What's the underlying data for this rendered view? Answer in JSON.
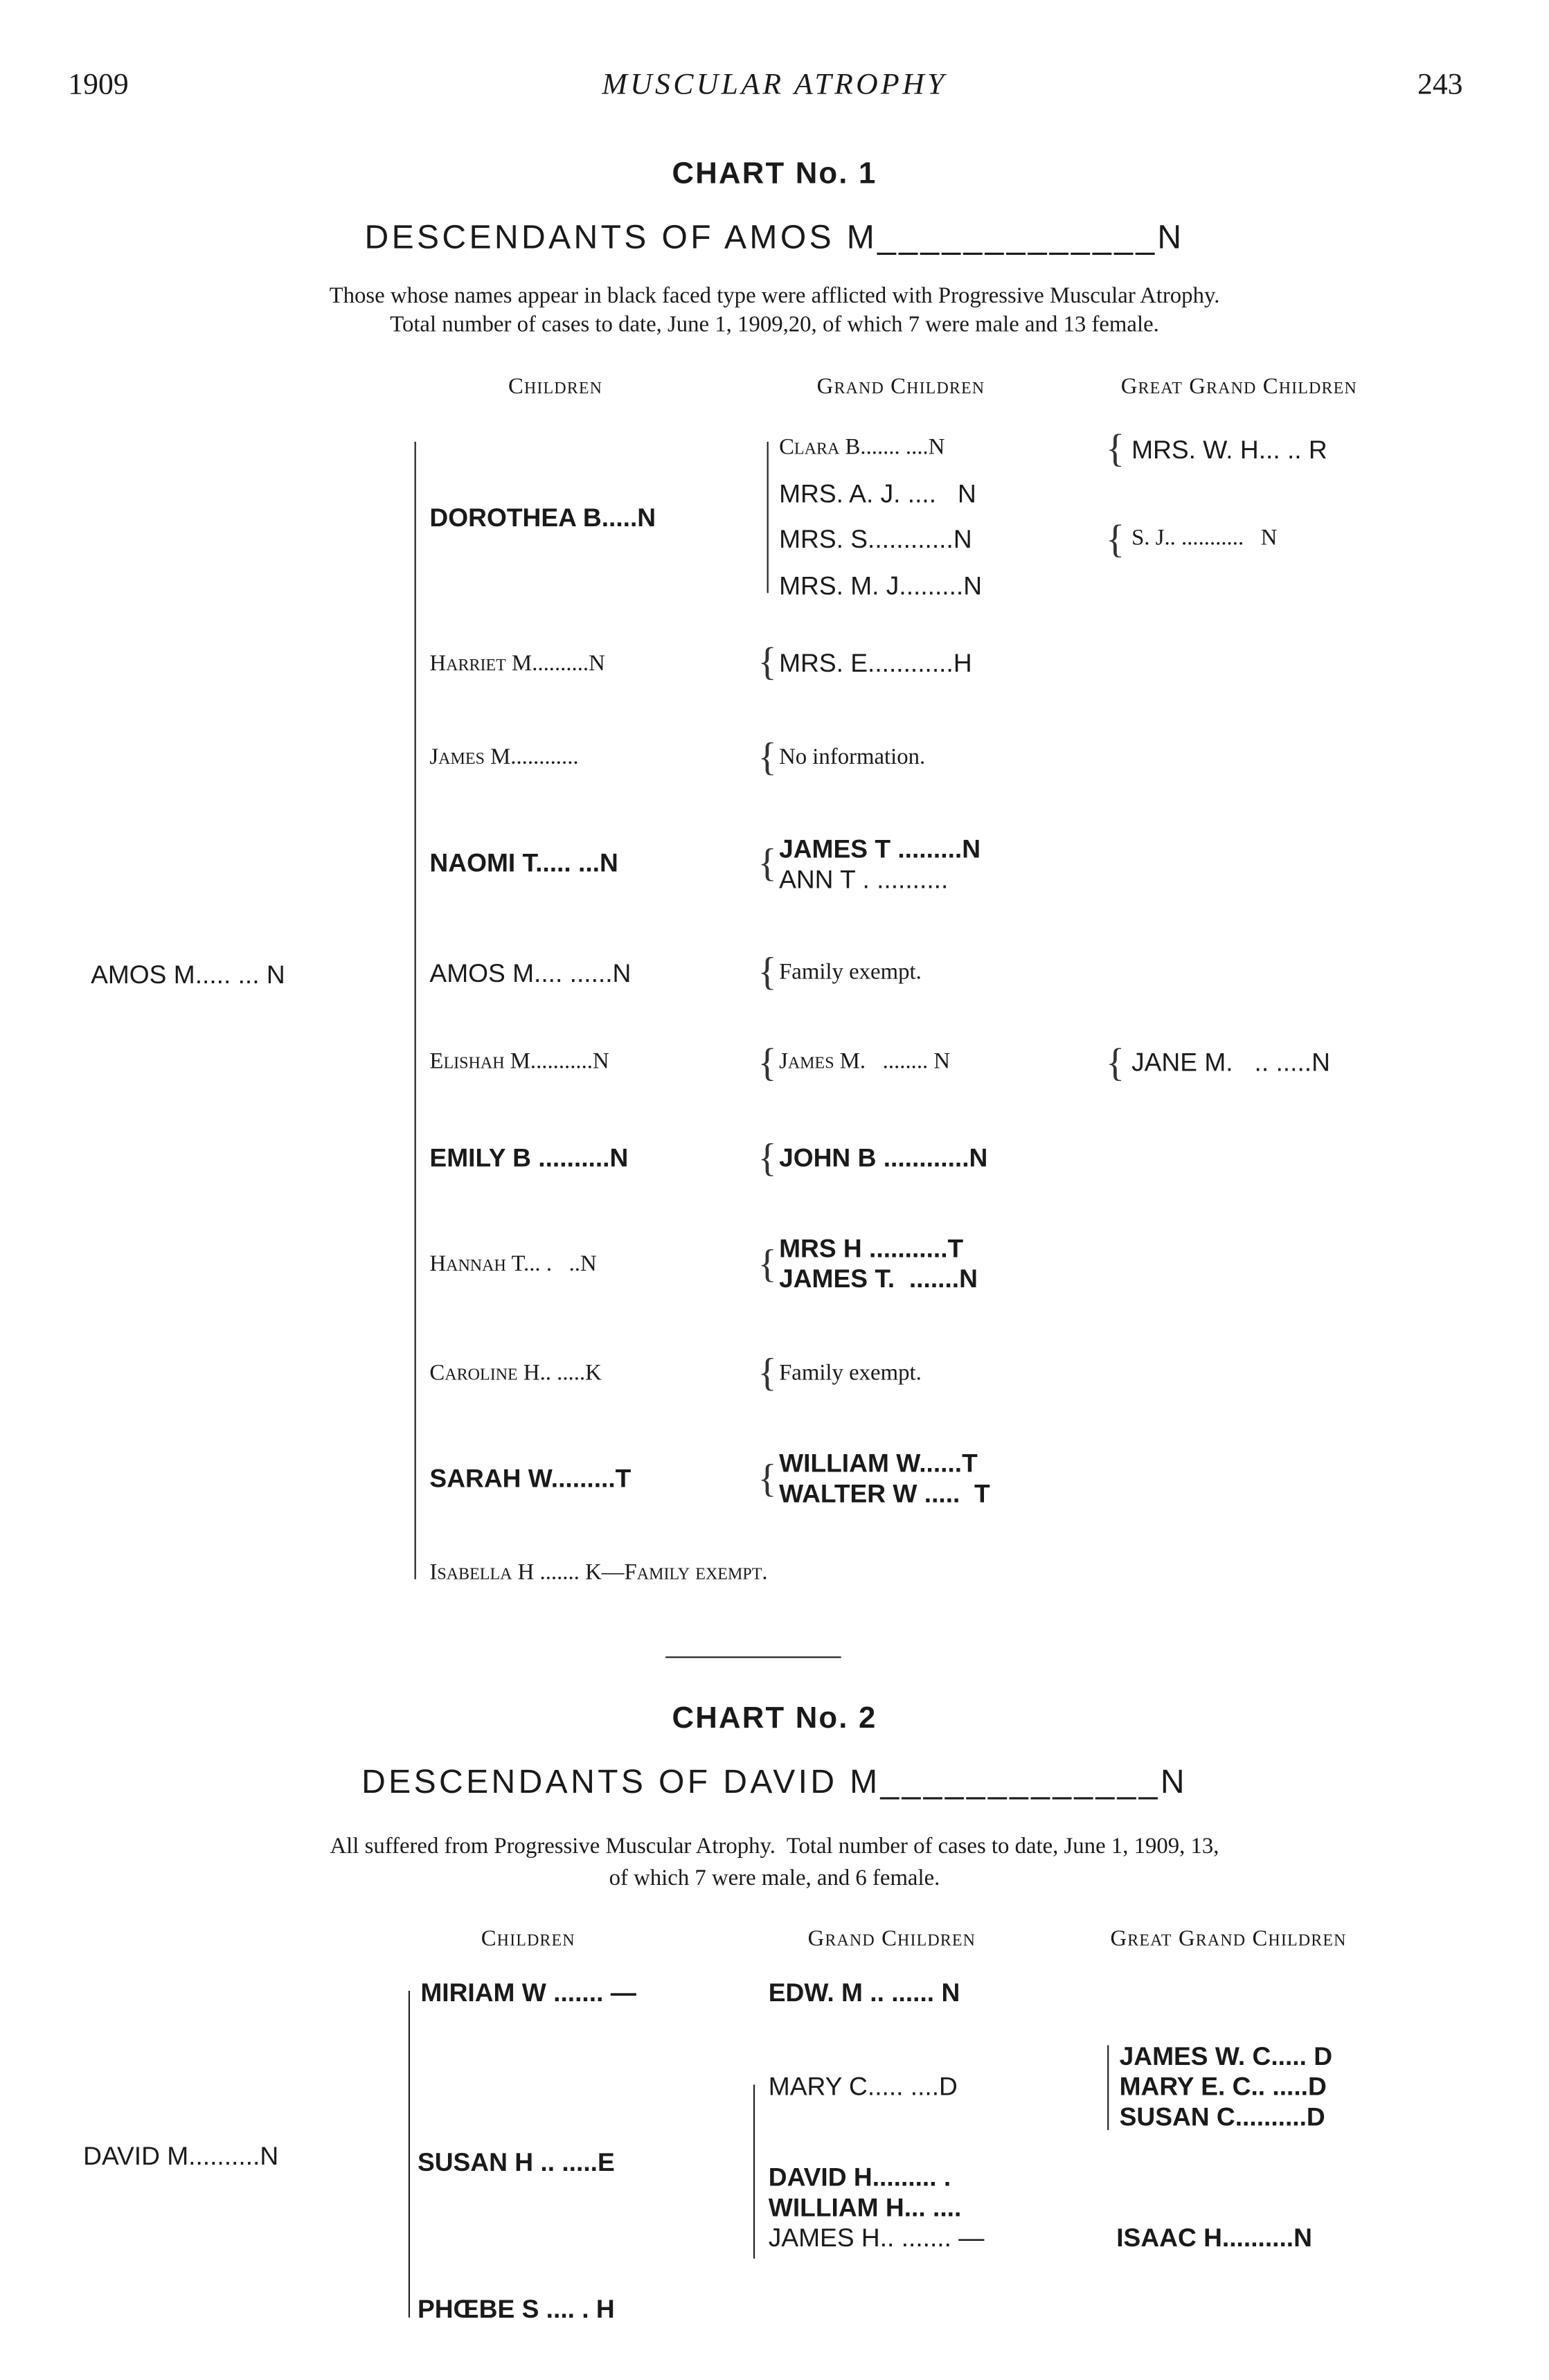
{
  "header": {
    "year": "1909",
    "running_title": "MUSCULAR ATROPHY",
    "page": "243"
  },
  "chart1": {
    "title": "CHART No. 1",
    "subtitle": "DESCENDANTS OF AMOS M_____________N",
    "note1": "Those whose names appear in black faced type were afflicted with Progressive Muscular Atrophy.",
    "note2": "Total number of cases to date, June 1, 1909,20, of which 7 were male and 13 female.",
    "cols": [
      "Children",
      "Grand Children",
      "Great Grand Children"
    ],
    "root": "AMOS M..... ... N",
    "children": [
      "DOROTHEA B.....N",
      "Harriet M..........N",
      "James M............",
      "NAOMI T..... ...N",
      "AMOS M.... ......N",
      "Elishah M...........N",
      "EMILY B ..........N",
      "Hannah T... .   ..N",
      "Caroline H.. .....K",
      "SARAH W.........T",
      "Isabella H ....... K—Family exempt."
    ],
    "grandchildren": [
      "Clara B....... ....N",
      "MRS. A. J. ....   N",
      "MRS. S............N",
      "MRS. M. J.........N",
      "MRS. E............H",
      "No information.",
      "JAMES T .........N",
      "ANN T . ..........",
      "Family exempt.",
      "James M.   ........ N",
      "JOHN B ............N",
      "MRS H ...........T",
      "JAMES T.  .......N",
      "Family exempt.",
      "WILLIAM W......T",
      "WALTER W .....  T"
    ],
    "great_grandchildren": [
      "MRS. W. H... .. R",
      "S. J.. ...........   N",
      "JANE M.   .. .....N"
    ]
  },
  "chart2": {
    "title": "CHART No. 2",
    "subtitle": "DESCENDANTS OF DAVID M_____________N",
    "note1": "All suffered from Progressive Muscular Atrophy.  Total number of cases to date, June 1, 1909, 13,",
    "note2": "of which 7 were male, and 6 female.",
    "cols": [
      "Children",
      "Grand Children",
      "Great Grand Children"
    ],
    "root": "DAVID M..........N",
    "children": [
      "MIRIAM W ....... —",
      "SUSAN H .. .....E",
      "PHŒBE S .... . H"
    ],
    "grandchildren": [
      "EDW. M .. ...... N",
      "MARY C..... ....D",
      "DAVID H......... .",
      "WILLIAM H... ....",
      "JAMES H.. ....... —"
    ],
    "great_grandchildren": [
      "JAMES W. C..... D",
      "MARY E. C.. .....D",
      "SUSAN C..........D",
      "ISAAC H..........N"
    ]
  }
}
